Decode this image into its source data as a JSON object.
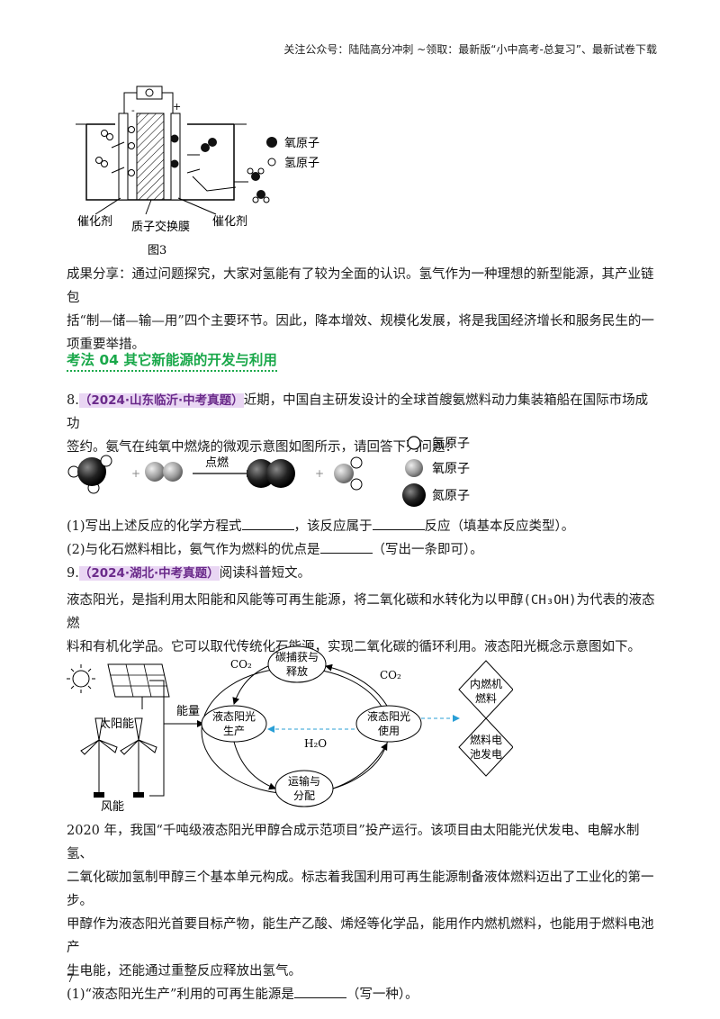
{
  "header": "关注公众号：陆陆高分冲刺  ~领取：最新版“小中高考-总复习”、最新试卷下载",
  "fig3": {
    "minus": "-",
    "plus": "+",
    "legend_oxygen": "氧原子",
    "legend_hydrogen": "氢原子",
    "catalyst_left": "催化剂",
    "membrane": "质子交换膜",
    "catalyst_right": "催化剂",
    "caption": "图3"
  },
  "share_para": [
    "成果分享：通过问题探究，大家对氢能有了较为全面的认识。氢气作为一种理想的新型能源，其产业链包",
    "括“制—储—输—用”四个主要环节。因此，降本增效、规模化发展，将是我国经济增长和服务民生的一",
    "项重要举措。"
  ],
  "section": "考法 04  其它新能源的开发与利用",
  "q8": {
    "number": "8.",
    "source": "（2024·山东临沂·中考真题）",
    "line1_rest": "近期，中国自主研发设计的全球首艘氨燃料动力集装箱船在国际市场成功",
    "line2": "签约。氨气在纯氧中燃烧的微观示意图如图所示，请回答下列问题：",
    "plus": "+",
    "arrow_label": "点燃",
    "legend_h": "氢原子",
    "legend_o": "氧原子",
    "legend_n": "氮原子",
    "sub1_a": "(1)写出上述反应的化学方程式",
    "sub1_b": "，该反应属于",
    "sub1_c": "反应（填基本反应类型）。",
    "sub2_a": "(2)与化石燃料相比，氨气作为燃料的优点是",
    "sub2_b": "（写出一条即可）。"
  },
  "q9": {
    "number": "9.",
    "source": "（2024·湖北·中考真题）",
    "intro": "阅读科普短文。",
    "p1_a": "液态阳光，是指利用太阳能和风能等可再生能源，将二氧化碳和水转化为以甲醇",
    "p1_formula": "(CH₃OH)",
    "p1_b": "为代表的液态燃",
    "p1_line2": "料和有机化学品。它可以取代传统化石能源，实现二氧化碳的循环利用。液态阳光概念示意图如下。",
    "diagram": {
      "solar": "太阳能",
      "wind": "风能",
      "energy": "能量",
      "co2_left": "CO₂",
      "co2_right": "CO₂",
      "capture": [
        "碳捕获与",
        "释放"
      ],
      "production": [
        "液态阳光",
        "生产"
      ],
      "use": [
        "液态阳光",
        "使用"
      ],
      "h2o": "H₂O",
      "transport": [
        "运输与",
        "分配"
      ],
      "engine": [
        "内燃机",
        "燃料"
      ],
      "fuelcell": [
        "燃料电",
        "池发电"
      ]
    },
    "p2": [
      "2020 年，我国“千吨级液态阳光甲醇合成示范项目”投产运行。该项目由太阳能光伏发电、电解水制氢、",
      "二氧化碳加氢制甲醇三个基本单元构成。标志着我国利用可再生能源制备液体燃料迈出了工业化的第一步。",
      "甲醇作为液态阳光首要目标产物，能生产乙酸、烯烃等化学品，能用作内燃机燃料，也能用于燃料电池产",
      "生电能，还能通过重整反应释放出氢气。"
    ],
    "sub1_a": "(1)“液态阳光生产”利用的可再生能源是",
    "sub1_b": "（写一种）。"
  },
  "page_number": "7"
}
